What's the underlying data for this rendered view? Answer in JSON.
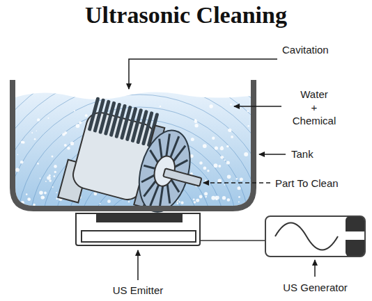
{
  "diagram": {
    "title": "Ultrasonic Cleaning",
    "nodes": [
      {
        "text": [
          "US Emitter"
        ]
      },
      {
        "text": [
          "US Generator"
        ]
      }
    ],
    "edges": [
      {
        "from": 0,
        "to": 1,
        "arrow": "none"
      }
    ],
    "labels": [
      "Cavitation",
      "Water + Chemical",
      "Tank",
      "Part To Clean"
    ]
  }
}
